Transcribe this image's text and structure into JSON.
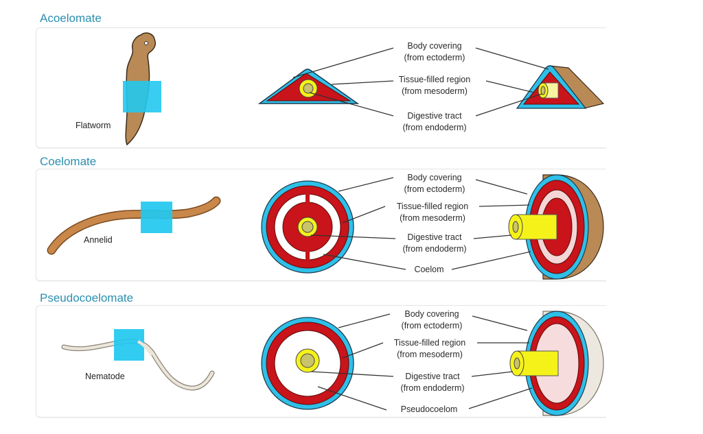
{
  "colors": {
    "title": "#2a8fb0",
    "ectoderm": "#2ec0e8",
    "mesoderm": "#c8141a",
    "endoderm": "#f5f21a",
    "gut_lumen": "#c9c36a",
    "body_brown": "#b98a55",
    "nematode": "#e8e2d6",
    "highlight": "#22c8f0"
  },
  "sections": [
    {
      "title": "Acoelomate",
      "organism": "Flatworm",
      "labels": [
        {
          "line1": "Body covering",
          "line2": "(from ectoderm)"
        },
        {
          "line1": "Tissue-filled region",
          "line2": "(from mesoderm)"
        },
        {
          "line1": "Digestive tract",
          "line2": "(from endoderm)"
        }
      ]
    },
    {
      "title": "Coelomate",
      "organism": "Annelid",
      "labels": [
        {
          "line1": "Body covering",
          "line2": "(from ectoderm)"
        },
        {
          "line1": "Tissue-filled region",
          "line2": "(from mesoderm)"
        },
        {
          "line1": "Digestive tract",
          "line2": "(from endoderm)"
        },
        {
          "line1": "Coelom",
          "line2": ""
        }
      ]
    },
    {
      "title": "Pseudocoelomate",
      "organism": "Nematode",
      "labels": [
        {
          "line1": "Body covering",
          "line2": "(from ectoderm)"
        },
        {
          "line1": "Tissue-filled region",
          "line2": "(from mesoderm)"
        },
        {
          "line1": "Digestive tract",
          "line2": "(from endoderm)"
        },
        {
          "line1": "Pseudocoelom",
          "line2": ""
        }
      ]
    }
  ]
}
